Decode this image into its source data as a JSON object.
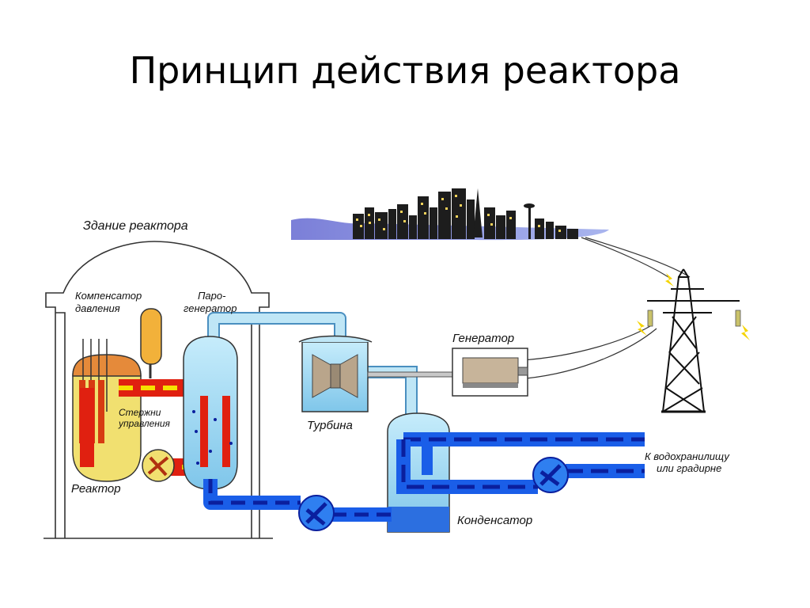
{
  "title": "Принцип действия реактора",
  "labels": {
    "building": "Здание реактора",
    "compensator_line1": "Компенсатор",
    "compensator_line2": "давления",
    "steamgen_line1": "Паро-",
    "steamgen_line2": "генератор",
    "generator": "Генератор",
    "rods_line1": "Стержни",
    "rods_line2": "управления",
    "turbine": "Турбина",
    "reactor": "Реактор",
    "condenser": "Конденсатор",
    "reservoir_line1": "К водохранилищу",
    "reservoir_line2": "или градирне"
  },
  "colors": {
    "hot_loop": "#e02010",
    "hot_dash": "#f6e000",
    "cold_loop": "#1a5ee8",
    "cold_dash": "#0a1f9e",
    "steam": "#9fd8f0",
    "reactor_body": "#f1e070",
    "vessel_head": "#e58a3a"
  }
}
